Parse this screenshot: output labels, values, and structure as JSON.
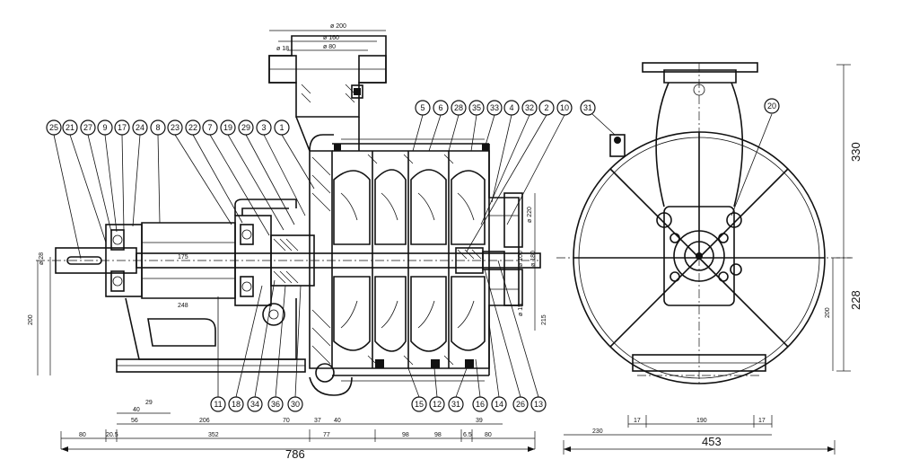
{
  "callouts_left": [
    "25",
    "21",
    "27",
    "9",
    "17",
    "24",
    "8",
    "23",
    "22",
    "7",
    "19",
    "29",
    "3",
    "1",
    "5",
    "6",
    "28",
    "35",
    "33",
    "4",
    "32",
    "2",
    "10"
  ],
  "callouts_bottom": [
    "11",
    "18",
    "34",
    "36",
    "30",
    "15",
    "12",
    "31",
    "16",
    "14",
    "26",
    "13"
  ],
  "callouts_right": [
    "31",
    "20"
  ],
  "dims": {
    "overall_length": "786",
    "overall_width": "453",
    "height_total": "330",
    "height_axis": "228",
    "flange_d200": "ø 200",
    "flange_d160": "ø 160",
    "flange_d80": "ø 80",
    "flange_d18": "ø 18",
    "shaft_d": "ø 28",
    "seg_80": "80",
    "seg_205": "20.5",
    "seg_352": "352",
    "seg_77": "77",
    "seg_98a": "98",
    "seg_98b": "98",
    "seg_65": "6.5",
    "seg_80b": "80",
    "seg_40": "40",
    "seg_56": "56",
    "seg_206": "206",
    "seg_70": "70",
    "seg_37": "37",
    "seg_40b": "40",
    "seg_39": "39",
    "seg_29": "29",
    "seg_175": "175",
    "seg_248": "248",
    "v_200": "200",
    "v_215": "215",
    "v_200b": "200",
    "r_220": "ø 220",
    "r_100": "ø 100",
    "r_180": "ø 180",
    "r_15": "ø 15",
    "w_17a": "17",
    "w_190": "190",
    "w_17b": "17",
    "w_230": "230"
  }
}
